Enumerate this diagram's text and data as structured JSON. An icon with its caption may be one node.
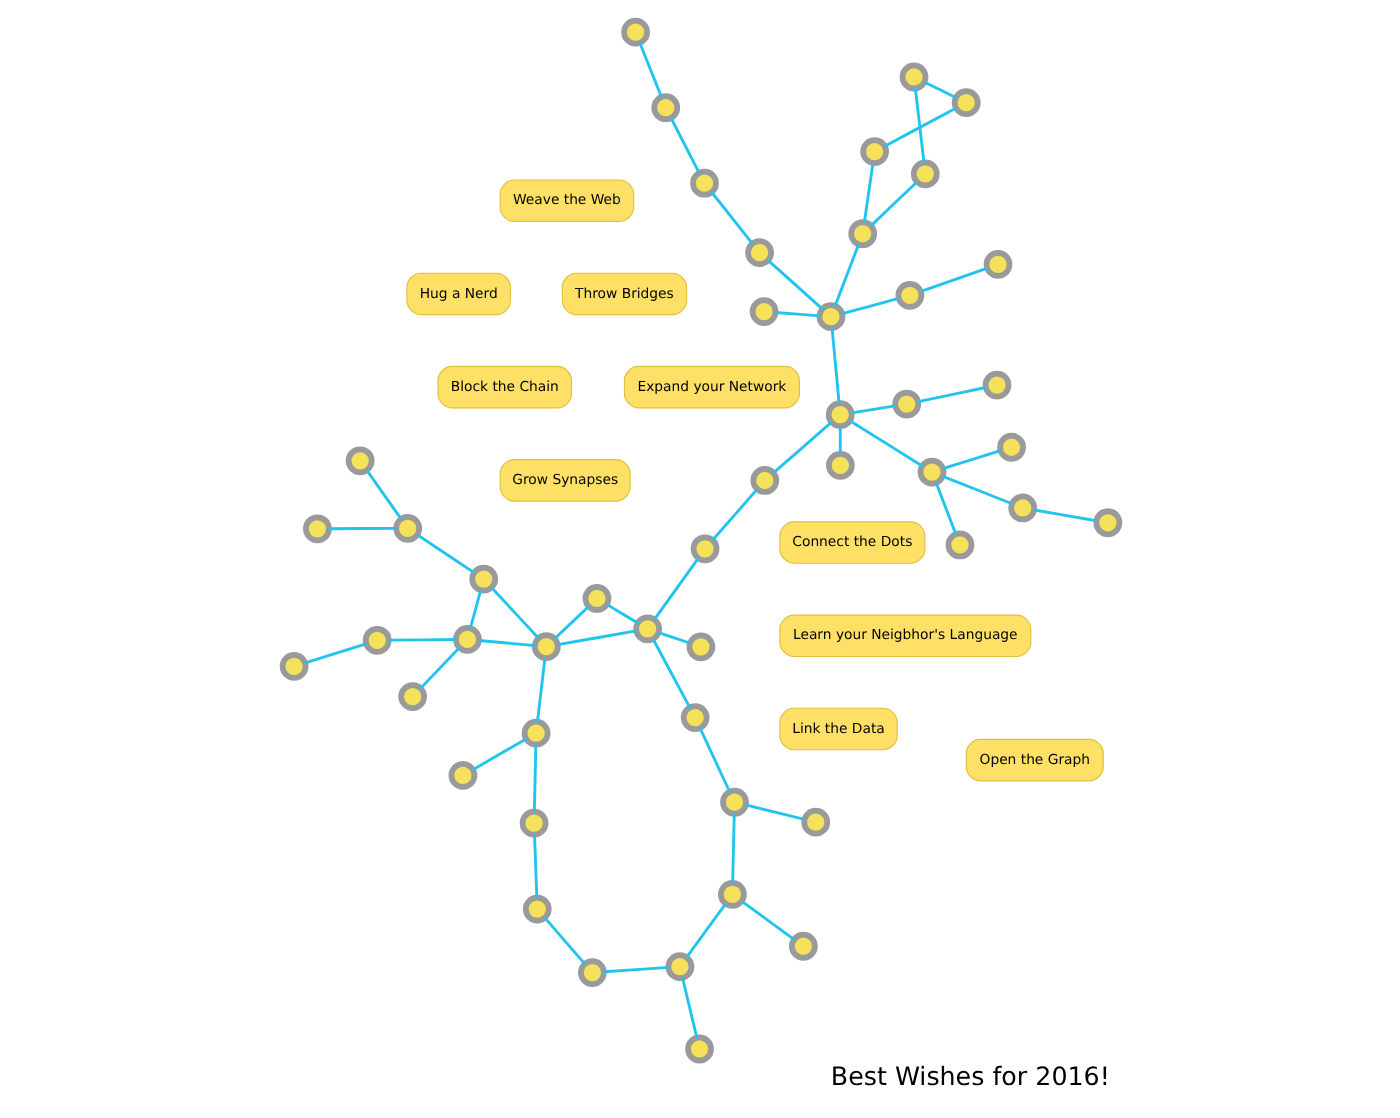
{
  "diagram": {
    "caption": "Best Wishes for 2016!",
    "nodes": [
      {
        "text": [],
        "shape": "circle"
      },
      {
        "text": [],
        "shape": "circle"
      },
      {
        "text": [],
        "shape": "circle"
      },
      {
        "text": [],
        "shape": "circle"
      },
      {
        "text": [],
        "shape": "circle"
      },
      {
        "text": [],
        "shape": "circle"
      },
      {
        "text": [],
        "shape": "circle"
      },
      {
        "text": [],
        "shape": "circle"
      },
      {
        "text": [],
        "shape": "circle"
      },
      {
        "text": [],
        "shape": "circle"
      },
      {
        "text": [],
        "shape": "circle"
      },
      {
        "text": [],
        "shape": "circle"
      },
      {
        "text": [],
        "shape": "circle"
      },
      {
        "text": [],
        "shape": "circle"
      },
      {
        "text": [],
        "shape": "circle"
      },
      {
        "text": [],
        "shape": "circle"
      },
      {
        "text": [],
        "shape": "circle"
      },
      {
        "text": [],
        "shape": "circle"
      },
      {
        "text": [],
        "shape": "circle"
      },
      {
        "text": [],
        "shape": "circle"
      },
      {
        "text": [],
        "shape": "circle"
      },
      {
        "text": [],
        "shape": "circle"
      },
      {
        "text": [],
        "shape": "circle"
      },
      {
        "text": [],
        "shape": "circle"
      },
      {
        "text": [],
        "shape": "circle"
      },
      {
        "text": [],
        "shape": "circle"
      },
      {
        "text": [],
        "shape": "circle"
      },
      {
        "text": [],
        "shape": "circle"
      },
      {
        "text": [],
        "shape": "circle"
      },
      {
        "text": [],
        "shape": "circle"
      },
      {
        "text": [],
        "shape": "circle"
      },
      {
        "text": [],
        "shape": "circle"
      },
      {
        "text": [],
        "shape": "circle"
      },
      {
        "text": [],
        "shape": "circle"
      },
      {
        "text": [],
        "shape": "circle"
      },
      {
        "text": [],
        "shape": "circle"
      },
      {
        "text": [],
        "shape": "circle"
      },
      {
        "text": [],
        "shape": "circle"
      },
      {
        "text": [],
        "shape": "circle"
      },
      {
        "text": [],
        "shape": "circle"
      },
      {
        "text": [],
        "shape": "circle"
      },
      {
        "text": [],
        "shape": "circle"
      },
      {
        "text": [],
        "shape": "circle"
      },
      {
        "text": [],
        "shape": "circle"
      },
      {
        "text": [],
        "shape": "circle"
      },
      {
        "text": [],
        "shape": "circle"
      },
      {
        "text": [],
        "shape": "circle"
      },
      {
        "text": [],
        "shape": "circle"
      },
      {
        "text": [
          "Link the Data"
        ]
      },
      {
        "text": [
          "Expand your Network"
        ]
      },
      {
        "text": [
          "Throw Bridges"
        ]
      },
      {
        "text": [
          "Grow Synapses"
        ]
      },
      {
        "text": [
          "Learn your Neigbhor's Language"
        ]
      },
      {
        "text": [
          "Hug a Nerd"
        ]
      },
      {
        "text": [
          "Open the Graph"
        ]
      },
      {
        "text": [
          "Block the Chain"
        ]
      },
      {
        "text": [
          "Weave the Web"
        ]
      },
      {
        "text": [
          "Connect the Dots"
        ]
      }
    ],
    "edges": [
      {
        "from": 0,
        "to": 8,
        "arrow": "none"
      },
      {
        "from": 1,
        "to": 8,
        "arrow": "none"
      },
      {
        "from": 1,
        "to": 11,
        "arrow": "none"
      },
      {
        "from": 3,
        "to": 13,
        "arrow": "none"
      },
      {
        "from": 2,
        "to": 10,
        "arrow": "none"
      },
      {
        "from": 3,
        "to": 10,
        "arrow": "none"
      },
      {
        "from": 8,
        "to": 13,
        "arrow": "none"
      },
      {
        "from": 12,
        "to": 10,
        "arrow": "none"
      },
      {
        "from": 10,
        "to": 13,
        "arrow": "none"
      },
      {
        "from": 9,
        "to": 10,
        "arrow": "none"
      },
      {
        "from": 5,
        "to": 14,
        "arrow": "none"
      },
      {
        "from": 4,
        "to": 14,
        "arrow": "none"
      },
      {
        "from": 6,
        "to": 4,
        "arrow": "none"
      },
      {
        "from": 7,
        "to": 14,
        "arrow": "none"
      },
      {
        "from": 14,
        "to": 24,
        "arrow": "none"
      },
      {
        "from": 15,
        "to": 23,
        "arrow": "none"
      },
      {
        "from": 15,
        "to": 24,
        "arrow": "none"
      },
      {
        "from": 24,
        "to": 17,
        "arrow": "none"
      },
      {
        "from": 17,
        "to": 9,
        "arrow": "none"
      },
      {
        "from": 24,
        "to": 31,
        "arrow": "none"
      },
      {
        "from": 24,
        "to": 35,
        "arrow": "none"
      },
      {
        "from": 31,
        "to": 22,
        "arrow": "none"
      },
      {
        "from": 32,
        "to": 40,
        "arrow": "none"
      },
      {
        "from": 40,
        "to": 47,
        "arrow": "none"
      },
      {
        "from": 41,
        "to": 47,
        "arrow": "none"
      },
      {
        "from": 31,
        "to": 41,
        "arrow": "none"
      },
      {
        "from": 11,
        "to": 18,
        "arrow": "none"
      },
      {
        "from": 16,
        "to": 19,
        "arrow": "none"
      },
      {
        "from": 18,
        "to": 26,
        "arrow": "none"
      },
      {
        "from": 19,
        "to": 12,
        "arrow": "none"
      },
      {
        "from": 19,
        "to": 30,
        "arrow": "none"
      },
      {
        "from": 25,
        "to": 26,
        "arrow": "none"
      },
      {
        "from": 26,
        "to": 30,
        "arrow": "none"
      },
      {
        "from": 30,
        "to": 38,
        "arrow": "none"
      },
      {
        "from": 20,
        "to": 13,
        "arrow": "none"
      },
      {
        "from": 20,
        "to": 33,
        "arrow": "none"
      },
      {
        "from": 20,
        "to": 28,
        "arrow": "none"
      },
      {
        "from": 13,
        "to": 28,
        "arrow": "none"
      },
      {
        "from": 22,
        "to": 27,
        "arrow": "none"
      },
      {
        "from": 22,
        "to": 34,
        "arrow": "none"
      },
      {
        "from": 21,
        "to": 31,
        "arrow": "none"
      },
      {
        "from": 27,
        "to": 37,
        "arrow": "none"
      },
      {
        "from": 28,
        "to": 36,
        "arrow": "none"
      },
      {
        "from": 33,
        "to": 39,
        "arrow": "none"
      },
      {
        "from": 33,
        "to": 44,
        "arrow": "none"
      },
      {
        "from": 36,
        "to": 45,
        "arrow": "none"
      },
      {
        "from": 34,
        "to": 42,
        "arrow": "none"
      },
      {
        "from": 31,
        "to": 43,
        "arrow": "none"
      },
      {
        "from": 43,
        "to": 46,
        "arrow": "none"
      },
      {
        "from": 29,
        "to": 28,
        "arrow": "none"
      },
      {
        "from": 37,
        "to": 42,
        "arrow": "none"
      }
    ]
  }
}
